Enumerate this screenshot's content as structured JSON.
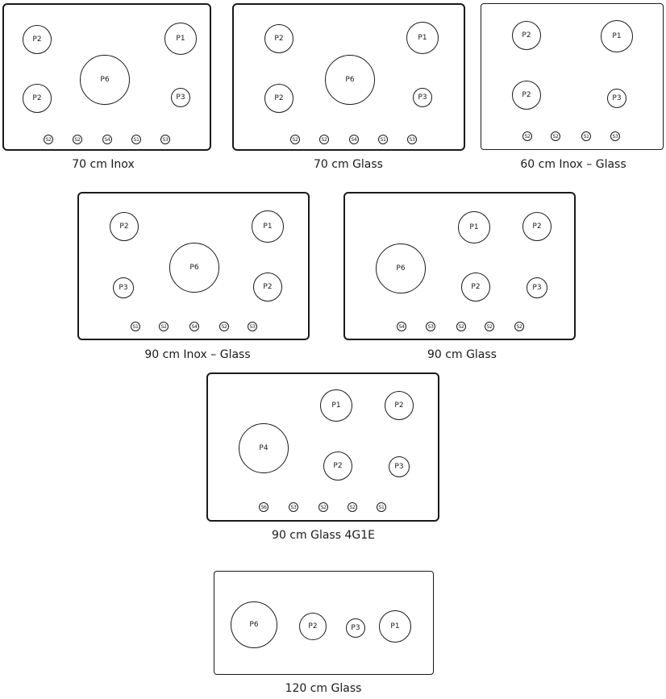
{
  "hobs": [
    {
      "caption": "70 cm Inox",
      "burners": [
        "P2",
        "P1",
        "P6",
        "P2",
        "P3"
      ],
      "knobs": [
        "S2",
        "S2",
        "S4",
        "S1",
        "S3"
      ]
    },
    {
      "caption": "70 cm Glass",
      "burners": [
        "P2",
        "P1",
        "P6",
        "P2",
        "P3"
      ],
      "knobs": [
        "S2",
        "S2",
        "S4",
        "S1",
        "S3"
      ]
    },
    {
      "caption": "60 cm Inox – Glass",
      "burners": [
        "P2",
        "P1",
        "P2",
        "P3"
      ],
      "knobs": [
        "S2",
        "S2",
        "S1",
        "S3"
      ]
    },
    {
      "caption": "90 cm Inox – Glass",
      "burners": [
        "P2",
        "P1",
        "P6",
        "P3",
        "P2"
      ],
      "knobs": [
        "S1",
        "S2",
        "S4",
        "S2",
        "S3"
      ]
    },
    {
      "caption": "90 cm Glass",
      "burners": [
        "P1",
        "P2",
        "P6",
        "P2",
        "P3"
      ],
      "knobs": [
        "S4",
        "S3",
        "S2",
        "S2",
        "S2"
      ]
    },
    {
      "caption": "90 cm Glass 4G1E",
      "burners": [
        "P1",
        "P2",
        "P4",
        "P2",
        "P3"
      ],
      "knobs": [
        "S6",
        "S3",
        "S2",
        "S2",
        "S1"
      ]
    },
    {
      "caption": "120 cm Glass",
      "burners": [
        "P6",
        "P2",
        "P3",
        "P1"
      ],
      "knobs": []
    }
  ]
}
